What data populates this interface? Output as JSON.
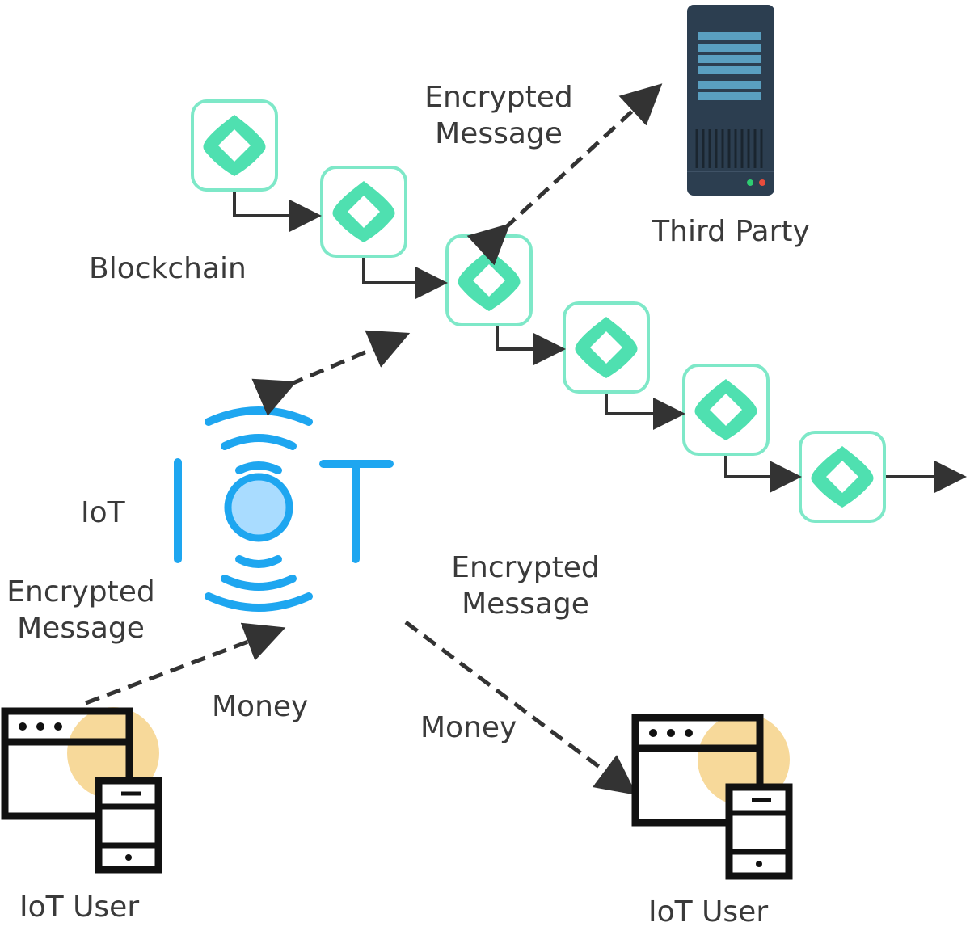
{
  "labels": {
    "blockchain": "Blockchain",
    "third_party": "Third Party",
    "iot": "IoT",
    "top_message": {
      "line1": "Encrypted",
      "line2": "Message"
    },
    "left_message": {
      "line1": "Encrypted",
      "line2": "Message"
    },
    "right_message": {
      "line1": "Encrypted",
      "line2": "Message"
    },
    "money_left": "Money",
    "money_right": "Money",
    "iot_user_left": "IoT User",
    "iot_user_right": "IoT User"
  },
  "iot_logo": {
    "text": "IOT"
  },
  "colors": {
    "block_border": "#7ee8c8",
    "block_gem": "#4fe0b0",
    "iot_blue": "#1ea6f0",
    "iot_core": "#a9dcff",
    "server_body": "#2c3e50",
    "server_rail": "#5a9fc0",
    "user_circle": "#f7d99a",
    "arrow": "#333333",
    "text": "#3a3a3a"
  }
}
